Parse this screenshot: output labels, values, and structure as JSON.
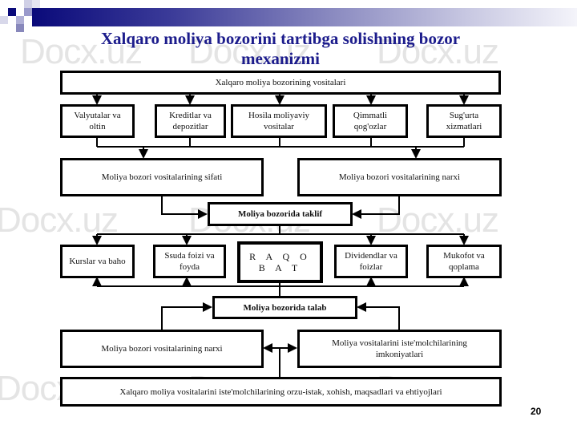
{
  "watermark": "Docx.uz",
  "title": "Xalqaro moliya bozorini tartibga solishning bozor mexanizmi",
  "page_number": "20",
  "diagram": {
    "top": "Xalqaro moliya bozorining vositalari",
    "instruments": [
      "Valyutalar va oltin",
      "Kreditlar va depozitlar",
      "Hosila moliyaviy vositalar",
      "Qimmatli qog'ozlar",
      "Sug'urta xizmatlari"
    ],
    "quality": "Moliya bozori vositalarining sifati",
    "price": "Moliya bozori vositalarining narxi",
    "supply": "Moliya bozorida taklif",
    "competition_row": [
      "Kurslar va baho",
      "Ssuda foizi va foyda",
      "R A Q O B A T",
      "Dividendlar va foizlar",
      "Mukofot va qoplama"
    ],
    "demand": "Moliya bozorida talab",
    "price2": "Moliya bozori vositalarining narxi",
    "consumer_capacity": "Moliya vositalarini iste'molchilarining imkoniyatlari",
    "bottom": "Xalqaro moliya vositalarini iste'molchilarining orzu-istak, xohish, maqsadlari va ehtiyojlari"
  }
}
